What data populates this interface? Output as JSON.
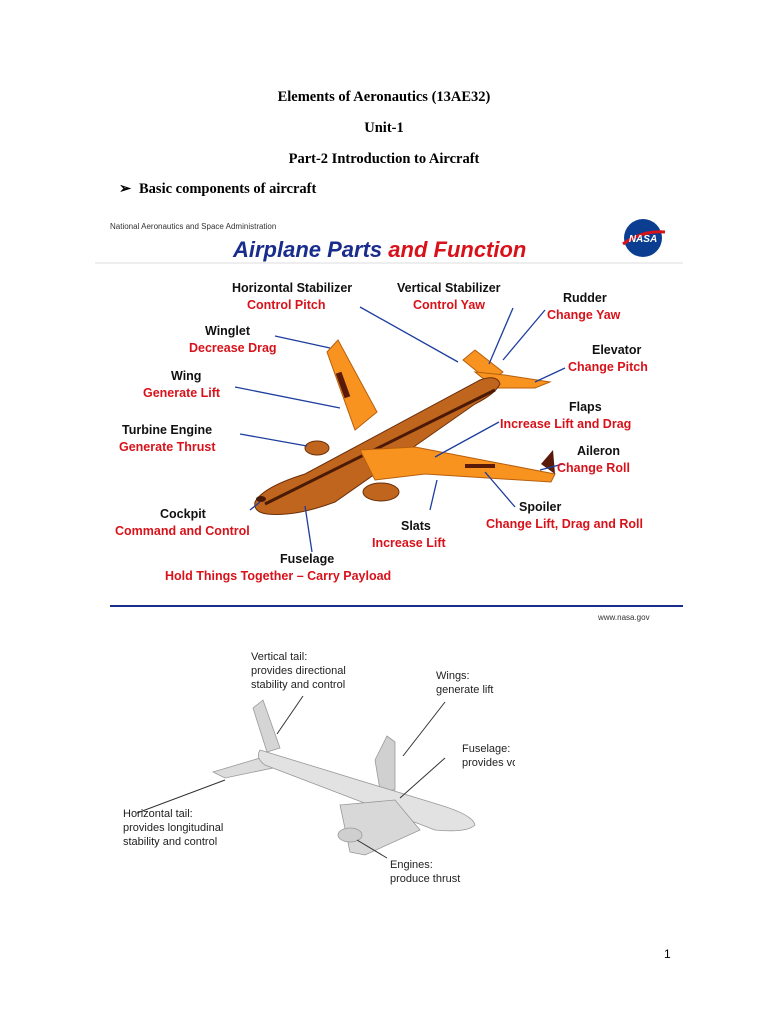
{
  "document": {
    "course_title": "Elements of Aeronautics (13AE32)",
    "unit": "Unit-1",
    "part": "Part-2 Introduction to Aircraft",
    "bullet": "Basic components of aircraft",
    "page_number": "1"
  },
  "figure1": {
    "agency": "National Aeronautics and Space Administration",
    "title_part1": "Airplane Parts ",
    "title_part2": "and Function",
    "logo_text": "NASA",
    "url": "www.nasa.gov",
    "colors": {
      "title_blue": "#1a2c8c",
      "function_red": "#d8121a",
      "plane_orange": "#f7931e",
      "fuselage_brown": "#c0651e",
      "leader_blue": "#1d3e9e"
    },
    "labels": [
      {
        "part": "Horizontal Stabilizer",
        "function": "Control  Pitch"
      },
      {
        "part": "Vertical Stabilizer",
        "function": "Control  Yaw"
      },
      {
        "part": "Rudder",
        "function": "Change Yaw"
      },
      {
        "part": "Winglet",
        "function": "Decrease Drag"
      },
      {
        "part": "Elevator",
        "function": "Change  Pitch"
      },
      {
        "part": "Wing",
        "function": "Generate Lift"
      },
      {
        "part": "Flaps",
        "function": "Increase Lift  and Drag"
      },
      {
        "part": "Turbine  Engine",
        "function": "Generate  Thrust"
      },
      {
        "part": "Aileron",
        "function": "Change Roll"
      },
      {
        "part": "Cockpit",
        "function": "Command and Control"
      },
      {
        "part": "Spoiler",
        "function": "Change Lift, Drag and Roll"
      },
      {
        "part": "Slats",
        "function": "Increase Lift"
      },
      {
        "part": "Fuselage",
        "function": "Hold Things Together – Carry Payload"
      }
    ]
  },
  "figure2": {
    "labels": [
      {
        "line1": "Vertical tail:",
        "line2": "provides directional",
        "line3": "stability and control"
      },
      {
        "line1": "Wings:",
        "line2": "generate lift"
      },
      {
        "line1": "Fuselage:",
        "line2": "provides volume"
      },
      {
        "line1": "Horizontal tail:",
        "line2": "provides longitudinal",
        "line3": "stability and control"
      },
      {
        "line1": "Engines:",
        "line2": "produce thrust"
      }
    ]
  }
}
